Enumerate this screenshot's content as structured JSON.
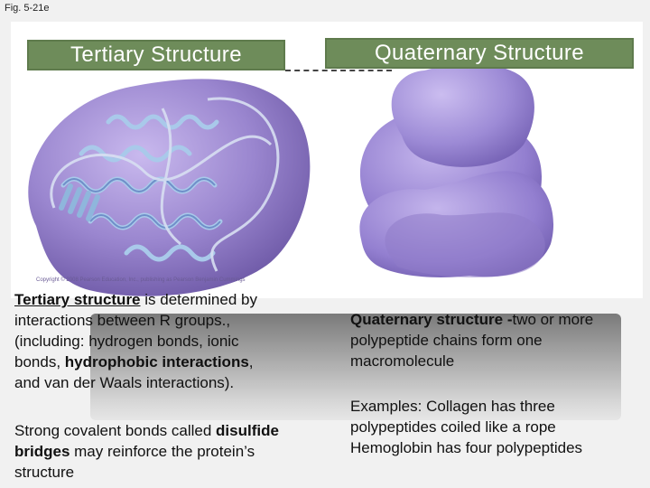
{
  "figure_label": "Fig. 5-21e",
  "titles": {
    "tertiary": "Tertiary Structure",
    "quaternary": "Quaternary Structure"
  },
  "illustration": {
    "copyright": "Copyright © 2008 Pearson Education, Inc., publishing as Pearson Benjamin Cummings"
  },
  "left_text": {
    "tertiary_term": "Tertiary structure",
    "line1_rest": " is determined by",
    "line2": "interactions between R groups.,",
    "line3": "(including: hydrogen bonds, ionic",
    "line4_start": "bonds, ",
    "line4_bold": "hydrophobic interactions",
    "line4_end": ",",
    "line5": "and van der Waals interactions).",
    "strong_start": "Strong covalent bonds called ",
    "strong_bold1": "disulfide",
    "strong_bold2": "bridges",
    "strong_rest": " may reinforce the protein’s",
    "strong_end": "structure"
  },
  "right_text": {
    "quat_term": "Quaternary structure -",
    "quat_rest": "two or more",
    "quat_line2": "polypeptide chains form one",
    "quat_line3": "macromolecule",
    "examples_line1": "Examples: Collagen has three",
    "examples_line2": "polypeptides coiled like a rope",
    "examples_line3": "Hemoglobin has four polypeptides"
  },
  "colors": {
    "title_bar": "#6e8c5a",
    "protein_purple": "#9a86cf",
    "helix_blue": "#8fb6dc"
  }
}
